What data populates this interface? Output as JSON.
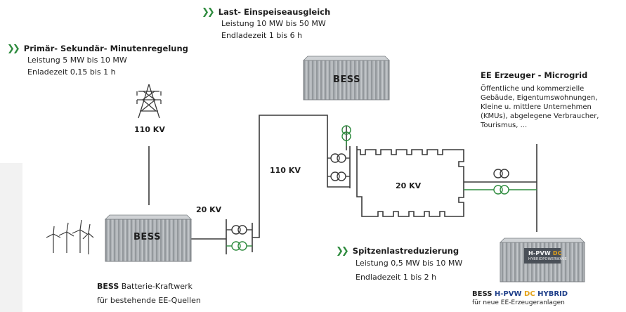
{
  "blocks": {
    "regelung": {
      "title": "Primär- Sekundär- Minutenregelung",
      "line1": "Leistung 5 MW bis 10 MW",
      "line2": "Enladezeit 0,15 bis 1 h"
    },
    "ausgleich": {
      "title": "Last- Einspeiseausgleich",
      "line1": "Leistung 10 MW bis 50 MW",
      "line2": "Endladezeit 1 bis 6 h"
    },
    "spitzen": {
      "title": "Spitzenlastreduzierung",
      "line1": "Leistung 0,5 MW bis 10 MW",
      "line2": "Endladezeit 1 bis 2 h"
    },
    "microgrid": {
      "title": "EE Erzeuger - Microgrid",
      "lines": [
        "Öffentliche und kommerzielle",
        "Gebäude, Eigentumswohnungen,",
        "Kleine u. mittlere Unternehmen",
        "(KMUs), abgelegene Verbraucher,",
        "Tourismus, ..."
      ]
    }
  },
  "voltages": {
    "tower": "110 KV",
    "left_bus": "20 KV",
    "mid_bus": "110 KV",
    "grid": "20 KV"
  },
  "containers": {
    "left": "BESS",
    "top": "BESS",
    "hybrid_label": "H-PVW",
    "hybrid_dc": "DC",
    "hybrid_sub": "HYBRIDPOWERWAVE"
  },
  "captions": {
    "kraftwerk_bold": "BESS",
    "kraftwerk_rest": "Batterie-Kraftwerk",
    "kraftwerk_line2": "für bestehende EE-Quellen",
    "hybrid_bold": "BESS",
    "hybrid_mid": "H-PVW",
    "hybrid_dc": "DC",
    "hybrid_end": "HYBRID",
    "hybrid_line2": "für neue EE-Erzeugeranlagen"
  },
  "icons": {
    "block_marker": "double-chevron-icon",
    "tower": "power-tower-icon",
    "wind": "wind-turbine-icon",
    "transformer": "transformer-icon"
  },
  "colors": {
    "accent_green": "#2e8b3e",
    "line": "#3a3a3a",
    "container": "#a9aeb2",
    "dc_orange": "#e3a21a"
  }
}
